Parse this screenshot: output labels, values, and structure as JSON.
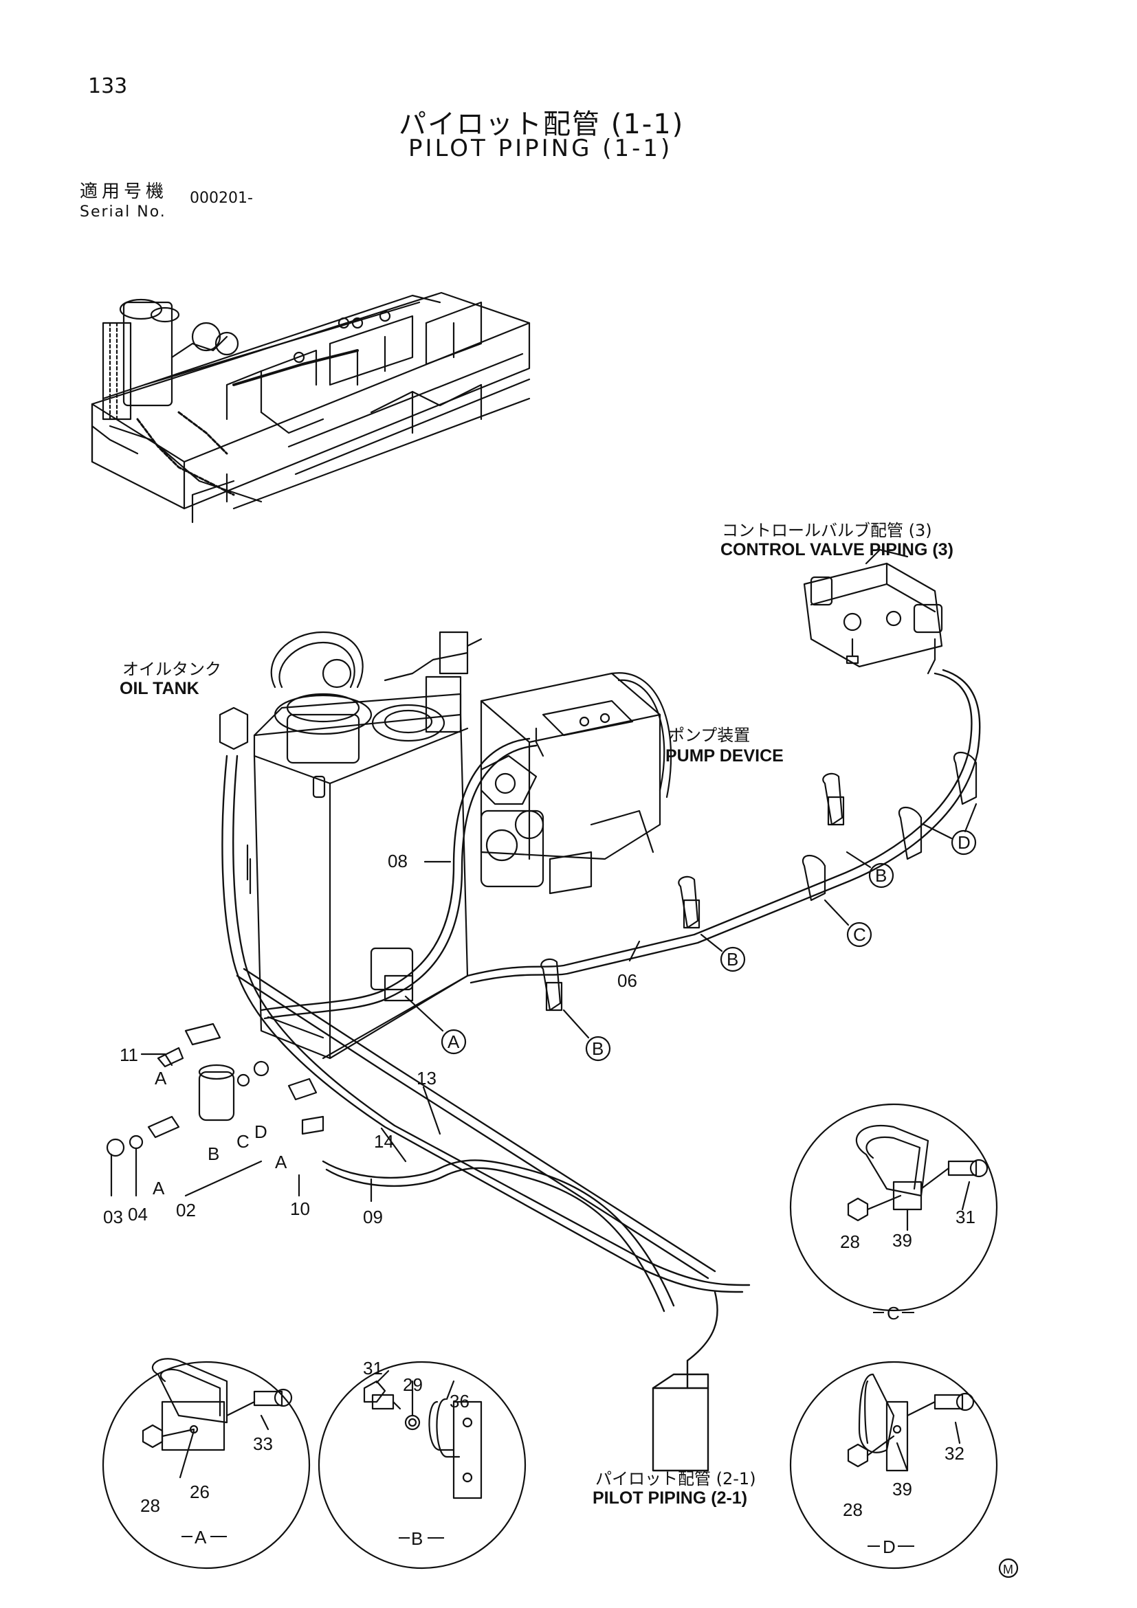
{
  "header": {
    "page_number": "133",
    "title_ja": "パイロット配管 (1-1)",
    "title_en": "PILOT PIPING (1-1)",
    "serial_label_ja": "適用号機",
    "serial_label_en": "Serial No.",
    "serial_value": "000201-"
  },
  "callouts": {
    "control_valve_ja": "コントロールバルブ配管 (3)",
    "control_valve_en": "CONTROL VALVE PIPING (3)",
    "oil_tank_ja": "オイルタンク",
    "oil_tank_en": "OIL TANK",
    "pump_device_ja": "ポンプ装置",
    "pump_device_en": "PUMP DEVICE",
    "pilot_piping_ja": "パイロット配管 (2-1)",
    "pilot_piping_en": "PILOT PIPING (2-1)"
  },
  "part_numbers": {
    "p08": "08",
    "p06": "06",
    "p13": "13",
    "p14": "14",
    "p11": "11",
    "p02": "02",
    "p03": "03",
    "p04": "04",
    "p09": "09",
    "p10": "10",
    "p31": "31",
    "p39": "39",
    "p28": "28",
    "p33": "33",
    "p26": "26",
    "p29": "29",
    "p36": "36",
    "p32": "32"
  },
  "ref_letters": {
    "a": "A",
    "b": "B",
    "c": "C",
    "d": "D"
  },
  "detail_labels": {
    "a": "A",
    "b": "B",
    "c": "C",
    "d": "D"
  },
  "mark": "M"
}
